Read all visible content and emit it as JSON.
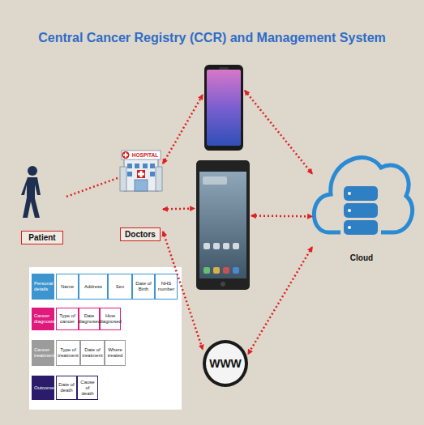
{
  "diagram": {
    "title": "Central Cancer Registry (CCR) and Management System",
    "nodes": [
      {
        "text": []
      },
      {
        "text": [
          "Patient"
        ]
      },
      {
        "text": [
          "Doctors"
        ]
      },
      {
        "text": []
      },
      {
        "text": [
          "Cloud"
        ]
      },
      {
        "text": [
          "WWW"
        ]
      }
    ],
    "edges": [
      {
        "from": 1,
        "to": 2,
        "arrow": "none"
      },
      {
        "from": 2,
        "to": 0,
        "arrow": "both"
      },
      {
        "from": 2,
        "to": 3,
        "arrow": "both"
      },
      {
        "from": 2,
        "to": 5,
        "arrow": "both"
      },
      {
        "from": 0,
        "to": 4,
        "arrow": "both"
      },
      {
        "from": 3,
        "to": 4,
        "arrow": "both"
      },
      {
        "from": 4,
        "to": 5,
        "arrow": "both"
      }
    ],
    "labels": [
      "HOSPITAL",
      "Personal details",
      "Name",
      "Address",
      "Sex",
      "Date of Birth",
      "NHS number",
      "Cancer diagnosis",
      "Type of cancer",
      "Date diagnosed",
      "How diagnosed",
      "Cancer treatment",
      "Type of treatment",
      "Date of treatment",
      "Where treated",
      "Outcomes",
      "Date of death",
      "Cause of death"
    ]
  }
}
